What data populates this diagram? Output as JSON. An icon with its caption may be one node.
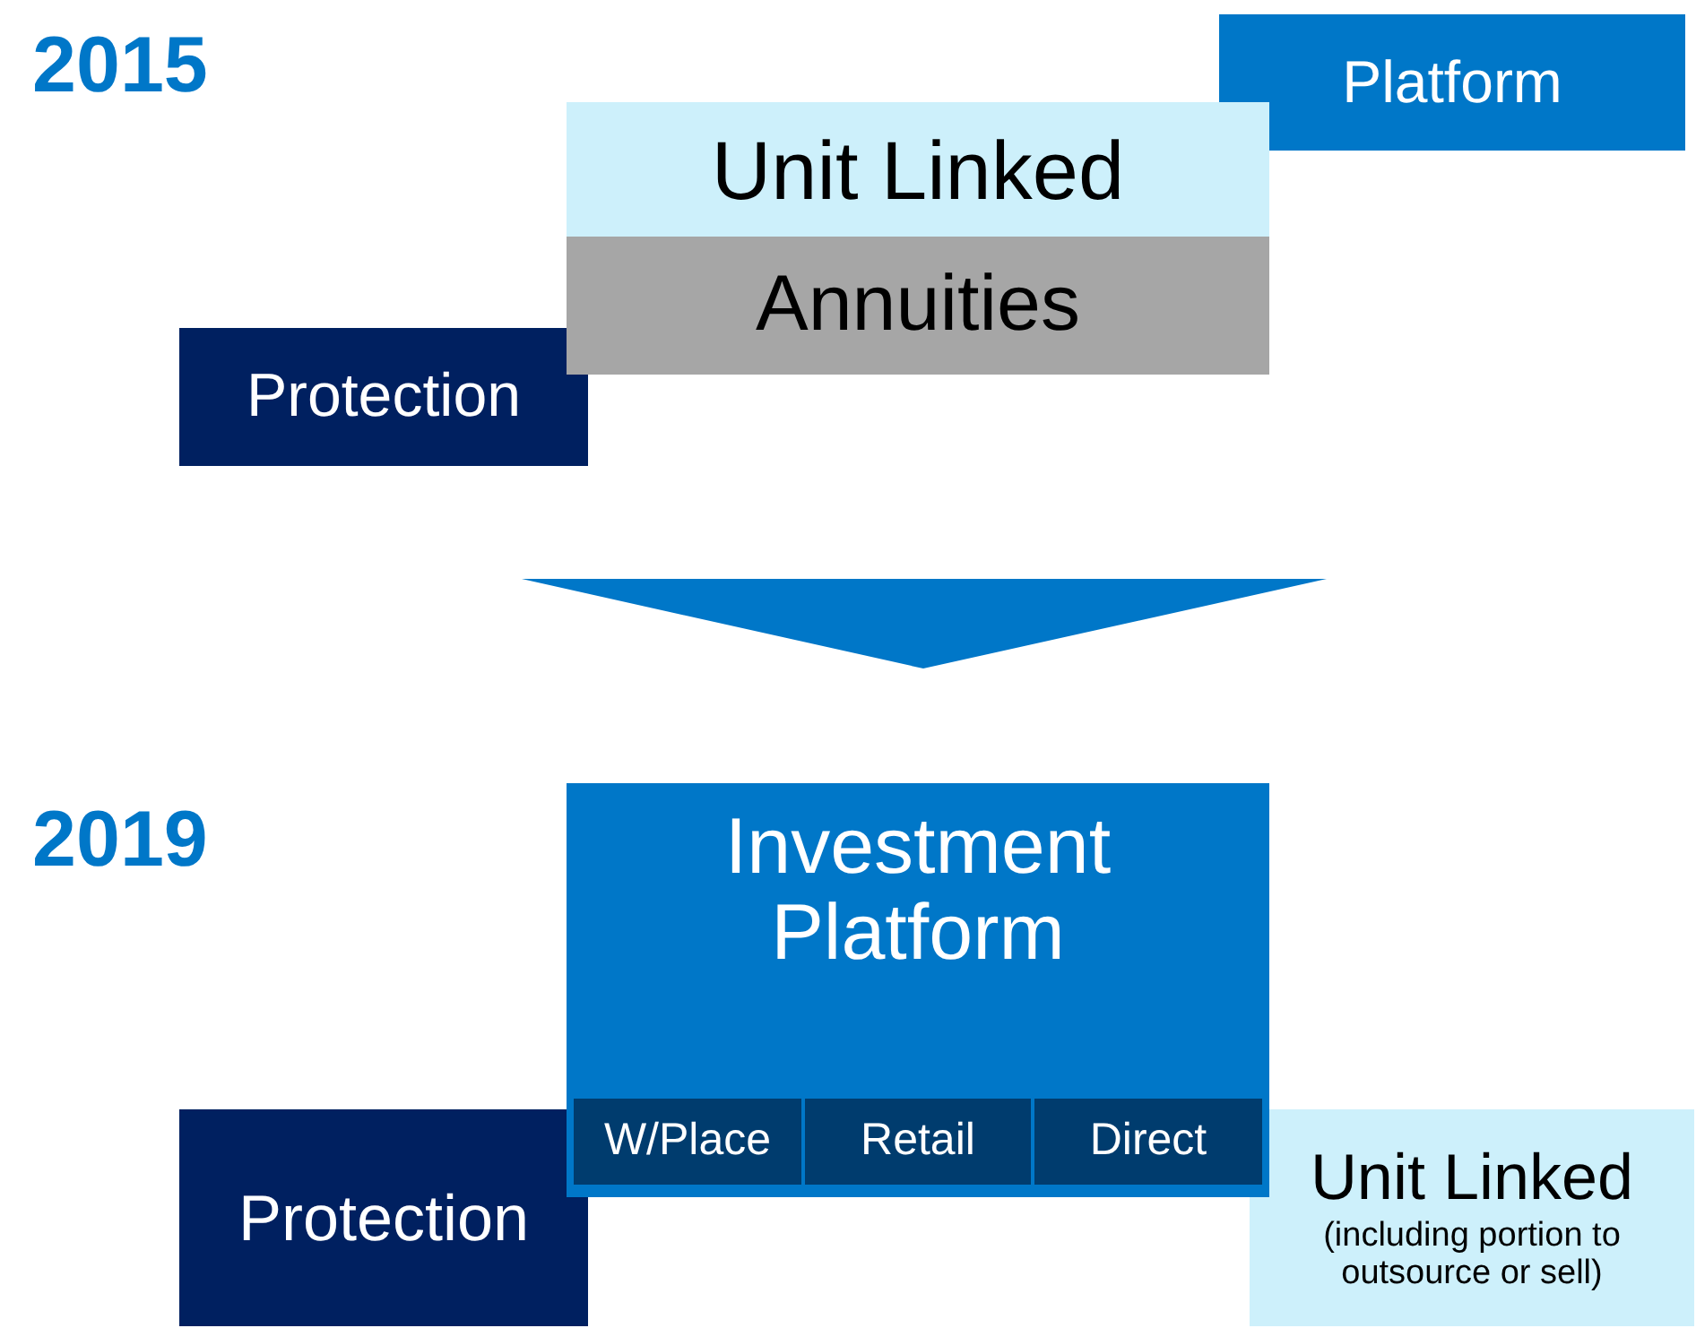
{
  "diagram": {
    "nodes": [
      {
        "text": [
          "Platform"
        ]
      },
      {
        "text": [
          "Unit Linked"
        ]
      },
      {
        "text": [
          "Annuities"
        ]
      },
      {
        "text": [
          "Protection"
        ]
      },
      {
        "text": [
          "Investment Platform"
        ]
      },
      {
        "text": [
          "W/Place"
        ],
        "in": 4
      },
      {
        "text": [
          "Retail"
        ],
        "in": 4
      },
      {
        "text": [
          "Direct"
        ],
        "in": 4
      },
      {
        "text": [
          "Protection"
        ]
      },
      {
        "text": [
          "Unit Linked",
          "(including portion to outsource or sell)"
        ]
      }
    ],
    "labels": [
      "2015",
      "2019"
    ]
  }
}
